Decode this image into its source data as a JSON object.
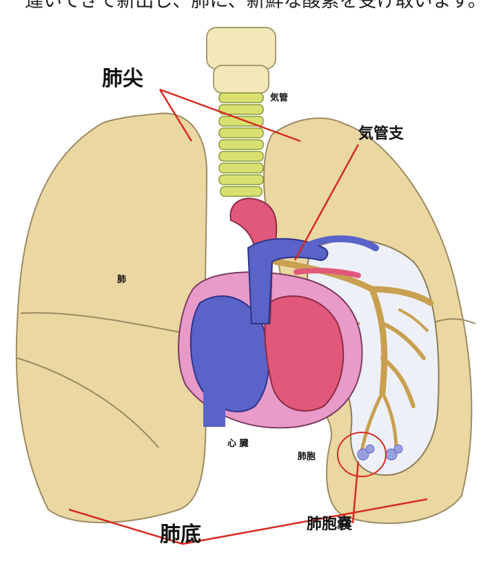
{
  "top_caption": "違いてきて新出し、肺に、新鮮な酸素を受け取います。",
  "labels": {
    "haisen": "肺尖",
    "kikan": "気管",
    "kikanshi": "気管支",
    "hai": "肺",
    "shinzou": "心 臓",
    "haihou": "肺胞",
    "haihounou": "肺胞嚢",
    "haitei": "肺底"
  },
  "colors": {
    "lung": "#ead7a2",
    "lung_edge": "#8d7a55",
    "trachea_cartilage": "#f3e8b8",
    "trachea_rings": "#d8e070",
    "artery": "#e2587a",
    "vein": "#5a63c8",
    "heart_pink": "#e89ac8",
    "pointer": "#d62a1e",
    "bronchi": "#c8a050"
  }
}
